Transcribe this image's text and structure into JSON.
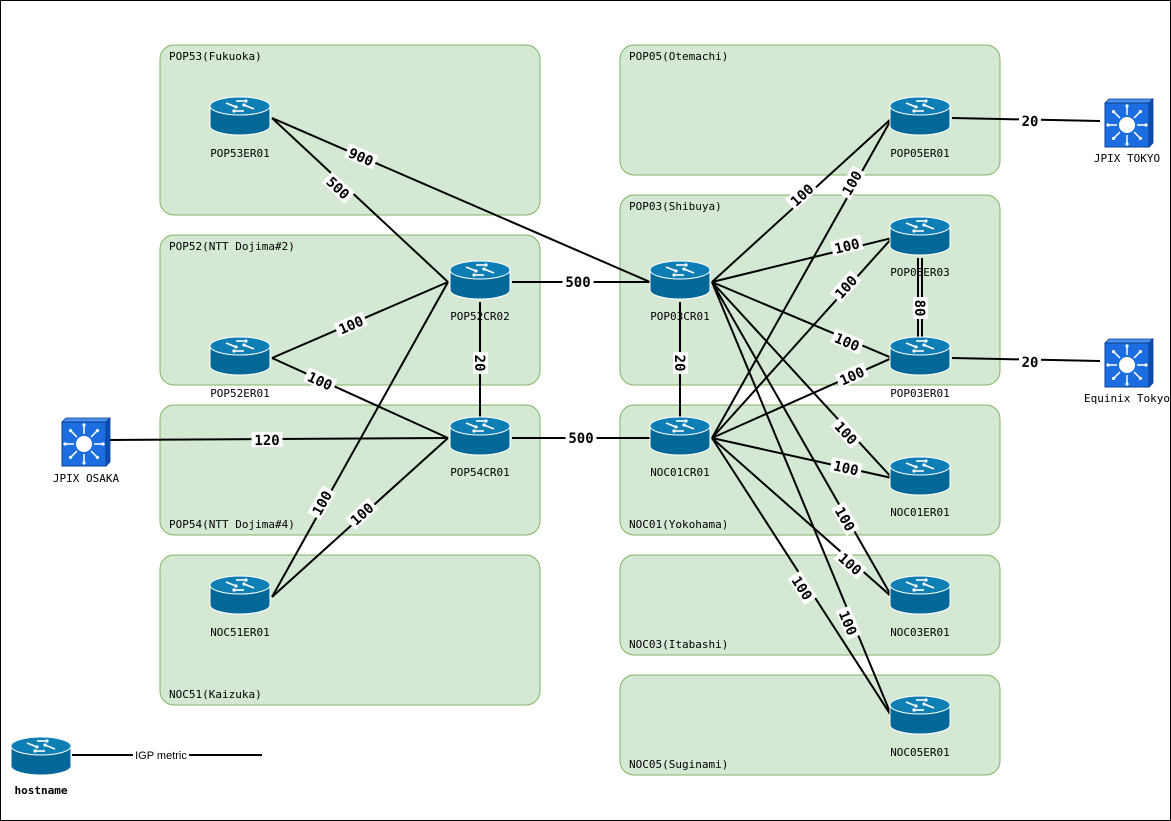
{
  "sites": [
    {
      "id": "POP53",
      "label": "POP53(Fukuoka)"
    },
    {
      "id": "POP52",
      "label": "POP52(NTT Dojima#2)"
    },
    {
      "id": "POP54",
      "label": "POP54(NTT Dojima#4)"
    },
    {
      "id": "NOC51",
      "label": "NOC51(Kaizuka)"
    },
    {
      "id": "POP05",
      "label": "POP05(Otemachi)"
    },
    {
      "id": "POP03",
      "label": "POP03(Shibuya)"
    },
    {
      "id": "NOC01",
      "label": "NOC01(Yokohama)"
    },
    {
      "id": "NOC03",
      "label": "NOC03(Itabashi)"
    },
    {
      "id": "NOC05",
      "label": "NOC05(Suginami)"
    }
  ],
  "routers": [
    {
      "id": "POP53ER01",
      "label": "POP53ER01"
    },
    {
      "id": "POP52CR02",
      "label": "POP52CR02"
    },
    {
      "id": "POP52ER01",
      "label": "POP52ER01"
    },
    {
      "id": "POP54CR01",
      "label": "POP54CR01"
    },
    {
      "id": "NOC51ER01",
      "label": "NOC51ER01"
    },
    {
      "id": "POP03CR01",
      "label": "POP03CR01"
    },
    {
      "id": "NOC01CR01",
      "label": "NOC01CR01"
    },
    {
      "id": "POP05ER01",
      "label": "POP05ER01"
    },
    {
      "id": "POP03ER03",
      "label": "POP03ER03"
    },
    {
      "id": "POP03ER01",
      "label": "POP03ER01"
    },
    {
      "id": "NOC01ER01",
      "label": "NOC01ER01"
    },
    {
      "id": "NOC03ER01",
      "label": "NOC03ER01"
    },
    {
      "id": "NOC05ER01",
      "label": "NOC05ER01"
    }
  ],
  "exchanges": [
    {
      "id": "JPIX_OSAKA",
      "label": "JPIX OSAKA"
    },
    {
      "id": "JPIX_TOKYO",
      "label": "JPIX TOKYO"
    },
    {
      "id": "EQUINIX_TOKYO",
      "label": "Equinix Tokyo"
    }
  ],
  "links": [
    {
      "from": "POP53ER01",
      "to": "POP03CR01",
      "metric": "900"
    },
    {
      "from": "POP53ER01",
      "to": "POP52CR02",
      "metric": "500"
    },
    {
      "from": "POP52CR02",
      "to": "POP03CR01",
      "metric": "500"
    },
    {
      "from": "POP52ER01",
      "to": "POP52CR02",
      "metric": "100"
    },
    {
      "from": "POP52ER01",
      "to": "POP54CR01",
      "metric": "100"
    },
    {
      "from": "POP52CR02",
      "to": "POP54CR01",
      "metric": "20"
    },
    {
      "from": "JPIX_OSAKA",
      "to": "POP54CR01",
      "metric": "120"
    },
    {
      "from": "POP54CR01",
      "to": "NOC01CR01",
      "metric": "500"
    },
    {
      "from": "NOC51ER01",
      "to": "POP52CR02",
      "metric": "100"
    },
    {
      "from": "NOC51ER01",
      "to": "POP54CR01",
      "metric": "100"
    },
    {
      "from": "POP03CR01",
      "to": "NOC01CR01",
      "metric": "20"
    },
    {
      "from": "POP03CR01",
      "to": "POP05ER01",
      "metric": "100"
    },
    {
      "from": "NOC01CR01",
      "to": "POP05ER01",
      "metric": "100"
    },
    {
      "from": "POP03CR01",
      "to": "POP03ER03",
      "metric": "100"
    },
    {
      "from": "NOC01CR01",
      "to": "POP03ER03",
      "metric": "100"
    },
    {
      "from": "POP03CR01",
      "to": "POP03ER01",
      "metric": "100"
    },
    {
      "from": "NOC01CR01",
      "to": "POP03ER01",
      "metric": "100"
    },
    {
      "from": "POP03CR01",
      "to": "NOC01ER01",
      "metric": "100"
    },
    {
      "from": "NOC01CR01",
      "to": "NOC01ER01",
      "metric": "100"
    },
    {
      "from": "POP03CR01",
      "to": "NOC03ER01",
      "metric": "100"
    },
    {
      "from": "NOC01CR01",
      "to": "NOC03ER01",
      "metric": "100"
    },
    {
      "from": "NOC01CR01",
      "to": "NOC05ER01",
      "metric": "100"
    },
    {
      "from": "POP03CR01",
      "to": "NOC05ER01",
      "metric": "100"
    },
    {
      "from": "POP03ER03",
      "to": "POP03ER01",
      "metric": "80"
    },
    {
      "from": "POP05ER01",
      "to": "JPIX_TOKYO",
      "metric": "20"
    },
    {
      "from": "POP03ER01",
      "to": "EQUINIX_TOKYO",
      "metric": "20"
    }
  ],
  "legend": {
    "hostname": "hostname",
    "metric_label": "IGP metric"
  },
  "colors": {
    "site_fill": "#d5e8d4",
    "site_stroke": "#82b366",
    "router_body": "#036897",
    "router_top": "#0e7fb5",
    "exchange_blue": "#1c6ee0"
  }
}
